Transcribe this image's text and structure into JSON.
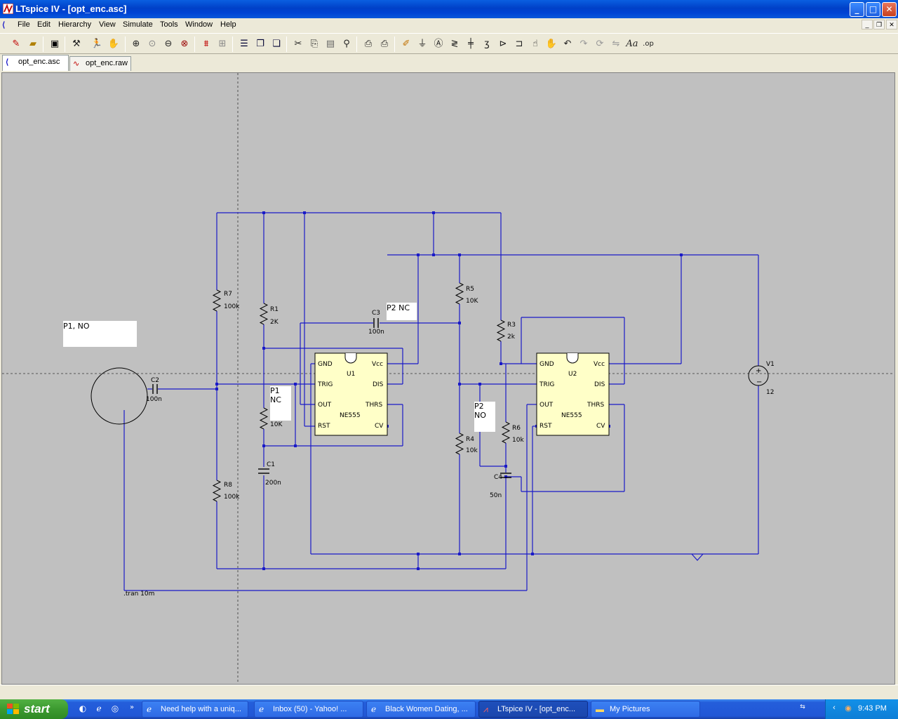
{
  "window": {
    "title": "LTspice IV - [opt_enc.asc]",
    "minimize_label": "_",
    "maximize_label": "□",
    "close_label": "✕"
  },
  "menu": {
    "items": [
      "File",
      "Edit",
      "Hierarchy",
      "View",
      "Simulate",
      "Tools",
      "Window",
      "Help"
    ],
    "mdi_minimize": "_",
    "mdi_restore": "❐",
    "mdi_close": "✕"
  },
  "toolbar": {
    "icons": [
      "new-schematic-icon",
      "open-icon",
      "save-icon",
      "control-panel-icon",
      "run-icon",
      "halt-icon",
      "zoom-in-icon",
      "zoom-pan-icon",
      "zoom-out-icon",
      "zoom-fit-icon",
      "autorange-icon",
      "fit-plot-icon",
      "tile-horizontal-icon",
      "cascade-icon",
      "tile-icon",
      "cut-icon",
      "copy-icon",
      "paste-icon",
      "find-icon",
      "print-setup-icon",
      "print-icon",
      "wire-icon",
      "ground-icon",
      "label-icon",
      "resistor-icon",
      "capacitor-icon",
      "inductor-icon",
      "diode-icon",
      "component-icon",
      "move-icon",
      "drag-icon",
      "undo-icon",
      "redo-icon",
      "rotate-icon",
      "mirror-icon",
      "text-icon",
      "spice-directive-icon"
    ],
    "text_icon_label": "Aa",
    "directive_icon_label": ".op"
  },
  "tabs": [
    {
      "label": "opt_enc.asc",
      "active": true
    },
    {
      "label": "opt_enc.raw",
      "active": false
    }
  ],
  "schematic": {
    "wire_color": "#1A1AC8",
    "ic_fill": "#FFFFC8",
    "components": {
      "R7": {
        "name": "R7",
        "value": "100k"
      },
      "R8": {
        "name": "R8",
        "value": "100k"
      },
      "R1": {
        "name": "R1",
        "value": "2K"
      },
      "R2": {
        "value": "10K"
      },
      "R5": {
        "name": "R5",
        "value": "10K"
      },
      "R4": {
        "name": "R4",
        "value": "10k"
      },
      "R3": {
        "name": "R3",
        "value": "2k"
      },
      "R6": {
        "name": "R6",
        "value": "10k"
      },
      "C2": {
        "name": "C2",
        "value": "100n"
      },
      "C3": {
        "name": "C3",
        "value": "100n"
      },
      "C1": {
        "name": "C1",
        "value": "200n"
      },
      "C4": {
        "name": "C4",
        "value": "50n"
      },
      "V1": {
        "name": "V1",
        "value": "12"
      }
    },
    "ics": [
      {
        "name": "U1",
        "part": "NE555",
        "pins": {
          "gnd": "GND",
          "vcc": "Vcc",
          "trig": "TRIG",
          "dis": "DIS",
          "out": "OUT",
          "thrs": "THRS",
          "rst": "RST",
          "cv": "CV"
        }
      },
      {
        "name": "U2",
        "part": "NE555",
        "pins": {
          "gnd": "GND",
          "vcc": "Vcc",
          "trig": "TRIG",
          "dis": "DIS",
          "out": "OUT",
          "thrs": "THRS",
          "rst": "RST",
          "cv": "CV"
        }
      }
    ],
    "notes": {
      "p1_no": "P1, NO",
      "p2_nc": "P2 NC",
      "p1_nc_line1": "P1",
      "p1_nc_line2": "NC",
      "p2_no_line1": "P2",
      "p2_no_line2": "NO"
    },
    "directive": ".tran 10m"
  },
  "taskbar": {
    "start_label": "start",
    "tasks": [
      {
        "label": "Need help with a uniq...",
        "icon": "ie-icon",
        "active": false
      },
      {
        "label": "Inbox (50) - Yahoo! ...",
        "icon": "ie-icon",
        "active": false
      },
      {
        "label": "Black Women Dating, ...",
        "icon": "ie-icon",
        "active": false
      },
      {
        "label": "LTspice IV - [opt_enc...",
        "icon": "ltspice-icon",
        "active": true
      },
      {
        "label": "My Pictures",
        "icon": "folder-icon",
        "active": false
      }
    ],
    "clock": "9:43 PM"
  }
}
